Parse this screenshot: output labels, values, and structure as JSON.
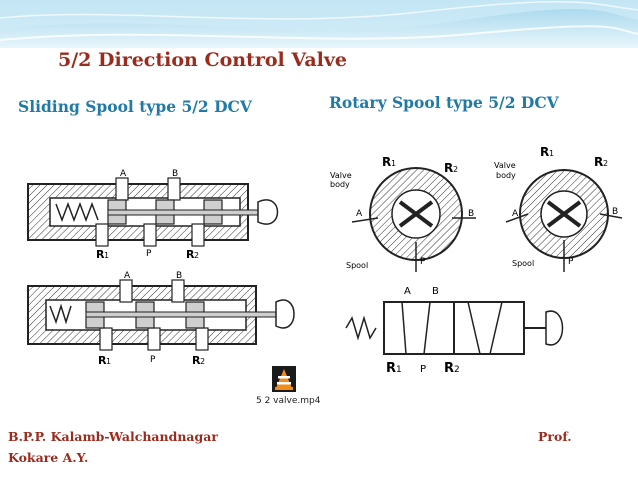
{
  "slide": {
    "title": "5/2 Direction Control Valve",
    "left_heading": "Sliding Spool type 5/2 DCV",
    "right_heading": "Rotary Spool type 5/2 DCV",
    "footer_left_line1": "B.P.P. Kalamb-Walchandnagar",
    "footer_left_line2": "Kokare A.Y.",
    "footer_right": "Prof.",
    "video_file": "5 2 valve.mp4",
    "colors": {
      "title": "#9b2c1d",
      "heading": "#1f7aa8",
      "header_band": "#bfe3f2"
    }
  },
  "diagrams": {
    "sliding_top": {
      "port_a": "A",
      "port_b": "B",
      "port_p": "P",
      "port_r1": "R",
      "r1_sub": "1",
      "port_r2": "R",
      "r2_sub": "2"
    },
    "sliding_bottom": {
      "port_a": "A",
      "port_b": "B",
      "port_p": "P",
      "port_r1": "R",
      "r1_sub": "1",
      "port_r2": "R",
      "r2_sub": "2"
    },
    "rotary_left": {
      "r1": "R",
      "r1_sub": "1",
      "r2": "R",
      "r2_sub": "2",
      "valve_body": "Valve",
      "valve_body2": "body",
      "a": "A",
      "b": "B",
      "spool": "Spool",
      "p": "P"
    },
    "rotary_right": {
      "r1": "R",
      "r1_sub": "1",
      "r2": "R",
      "r2_sub": "2",
      "valve_body": "Valve",
      "valve_body2": "body",
      "a": "A",
      "b": "B",
      "spool": "Spool",
      "p": "P"
    },
    "symbol": {
      "a": "A",
      "b": "B",
      "r1": "R",
      "r1_sub": "1",
      "p": "P",
      "r2": "R",
      "r2_sub": "2"
    }
  }
}
